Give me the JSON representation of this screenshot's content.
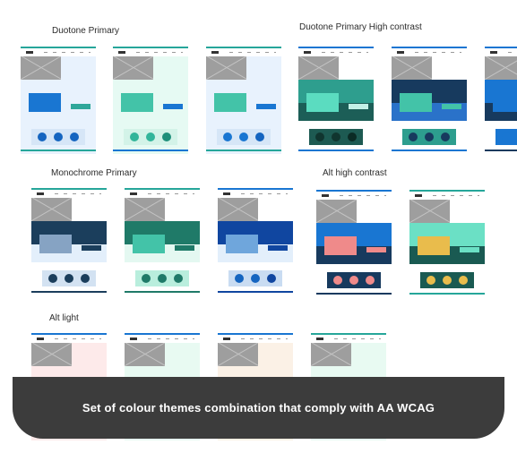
{
  "groups": [
    {
      "title": "Duotone Primary"
    },
    {
      "title": "Duotone Primary High contrast"
    },
    {
      "title": "Monochrome Primary"
    },
    {
      "title": "Alt high contrast"
    },
    {
      "title": "Alt light"
    }
  ],
  "caption": "Set of colour themes combination that comply with AA WCAG",
  "thumbnails": [
    {
      "bg": "#e8f2fd",
      "band": "#e8f2fd",
      "band2": "#e8f2fd",
      "rect1": "#1976d2",
      "rect2": "#2fa79a",
      "strip": "#d6e6f7",
      "dot": "#1565c0",
      "dot3": "#1565c0",
      "foot": "#26a69a",
      "top": "#26a69a"
    },
    {
      "bg": "#e6faf3",
      "band": "#e6faf3",
      "band2": "#e6faf3",
      "rect1": "#43c3a8",
      "rect2": "#1976d2",
      "strip": "#d3f3e8",
      "dot": "#32b59a",
      "dot3": "#1e8f7a",
      "foot": "#1976d2",
      "top": "#26a69a"
    },
    {
      "bg": "#e8f2fd",
      "band": "#e8f2fd",
      "band2": "#e8f2fd",
      "rect1": "#43c3a8",
      "rect2": "#1976d2",
      "strip": "#d6e6f7",
      "dot": "#1976d2",
      "dot3": "#1565c0",
      "foot": "#26a69a",
      "top": "#26a69a"
    },
    {
      "bg": "#ffffff",
      "band": "#2e9e8e",
      "band2": "#1c5e57",
      "rect1": "#5bdcc0",
      "rect2": "#c3f0e6",
      "strip": "#1d5a52",
      "dot": "#10352f",
      "dot3": "#0b2b25",
      "foot": "#1976d2",
      "top": "#1976d2"
    },
    {
      "bg": "#ffffff",
      "band": "#173a5e",
      "band2": "#2a72c9",
      "rect1": "#43c3a8",
      "rect2": "#43c3a8",
      "strip": "#2d9e8e",
      "dot": "#173a5e",
      "dot3": "#173a5e",
      "foot": "#1976d2",
      "top": "#1976d2"
    },
    {
      "bg": "#ffffff",
      "band": "#1976d2",
      "band2": "#173a5e",
      "rect1": "#1976d2",
      "rect2": "#1976d2",
      "strip": "#1976d2",
      "dot": "#1976d2",
      "dot3": "#1976d2",
      "foot": "#173a5e",
      "top": "#1976d2"
    },
    {
      "bg": "#ffffff",
      "band": "#1b3e5c",
      "band2": "#e3effb",
      "rect1": "#86a3c3",
      "rect2": "#1b3e5c",
      "strip": "#d3e2f2",
      "dot": "#1b3e5c",
      "dot3": "#1b3e5c",
      "foot": "#1b3e5c",
      "top": "#26a69a"
    },
    {
      "bg": "#ffffff",
      "band": "#1f7a68",
      "band2": "#e4f8f1",
      "rect1": "#43c3a8",
      "rect2": "#1f7a68",
      "strip": "#b9eedd",
      "dot": "#1f7a68",
      "dot3": "#1f7a68",
      "foot": "#1f7a68",
      "top": "#26a69a"
    },
    {
      "bg": "#ffffff",
      "band": "#1046a0",
      "band2": "#e3effb",
      "rect1": "#6fa6dc",
      "rect2": "#1046a0",
      "strip": "#c9dcf2",
      "dot": "#1565c0",
      "dot3": "#1046a0",
      "foot": "#1046a0",
      "top": "#1976d2"
    },
    {
      "bg": "#ffffff",
      "band": "#1976d2",
      "band2": "#173a5e",
      "rect1": "#ef8a8a",
      "rect2": "#ef8a8a",
      "strip": "#173a5e",
      "dot": "#ef8a8a",
      "dot3": "#ef8a8a",
      "foot": "#173a5e",
      "top": "#1976d2"
    },
    {
      "bg": "#ffffff",
      "band": "#6be0c5",
      "band2": "#1a5a52",
      "rect1": "#e9bc4c",
      "rect2": "#6be0c5",
      "strip": "#1a5a52",
      "dot": "#e9bc4c",
      "dot3": "#e9bc4c",
      "foot": "#26a69a",
      "top": "#26a69a"
    },
    {
      "bg": "#fdeaea",
      "band": "#fdeaea",
      "band2": "#fdeaea",
      "rect1": "#fdeaea",
      "rect2": "#fdeaea",
      "strip": "#fdeaea",
      "dot": "#fdeaea",
      "dot3": "#fdeaea",
      "foot": "#fdeaea",
      "top": "#1976d2"
    },
    {
      "bg": "#e8faf2",
      "band": "#e8faf2",
      "band2": "#e8faf2",
      "rect1": "#e8faf2",
      "rect2": "#e8faf2",
      "strip": "#e8faf2",
      "dot": "#e8faf2",
      "dot3": "#e8faf2",
      "foot": "#e8faf2",
      "top": "#1976d2"
    },
    {
      "bg": "#fbf1e6",
      "band": "#fbf1e6",
      "band2": "#fbf1e6",
      "rect1": "#fbf1e6",
      "rect2": "#fbf1e6",
      "strip": "#fbf1e6",
      "dot": "#fbf1e6",
      "dot3": "#fbf1e6",
      "foot": "#fbf1e6",
      "top": "#1976d2"
    },
    {
      "bg": "#e8faf2",
      "band": "#e8faf2",
      "band2": "#e8faf2",
      "rect1": "#e8faf2",
      "rect2": "#e8faf2",
      "strip": "#e8faf2",
      "dot": "#e8faf2",
      "dot3": "#e8faf2",
      "foot": "#e8faf2",
      "top": "#26a69a"
    }
  ]
}
